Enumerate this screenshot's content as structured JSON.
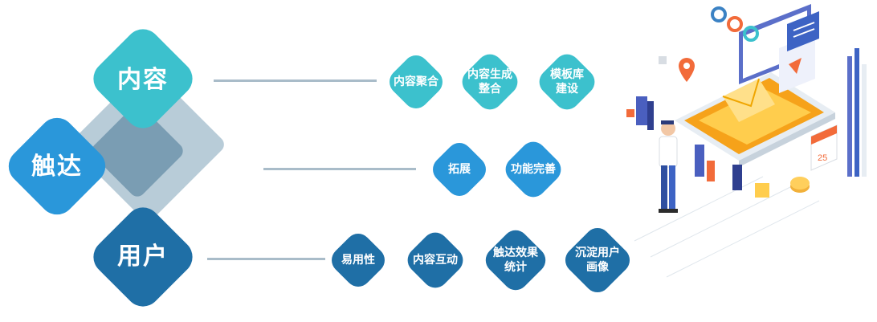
{
  "left": {
    "content_label": "内容",
    "reach_label": "触达",
    "user_label": "用户"
  },
  "rows": {
    "content": [
      "内容聚合",
      "内容生成\n整合",
      "模板库\n建设"
    ],
    "reach": [
      "拓展",
      "功能完善"
    ],
    "user": [
      "易用性",
      "内容互动",
      "触达效果\n统计",
      "沉淀用户\n画像"
    ]
  },
  "illustration": {
    "calendar_day": "25"
  },
  "colors": {
    "teal": "#3cc1cd",
    "blue": "#2a97da",
    "navy": "#1f6fa6",
    "back": "#b8ccd8",
    "mid": "#7a9db3",
    "line": "#a9bcc9"
  }
}
